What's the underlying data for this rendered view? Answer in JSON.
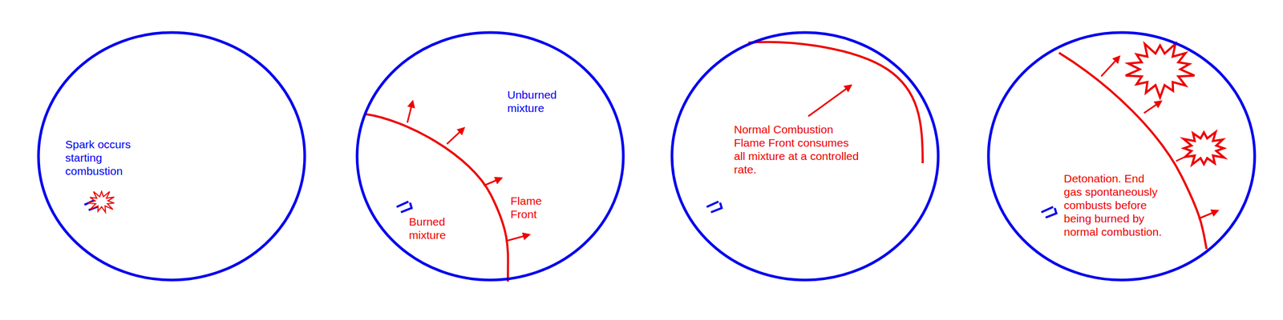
{
  "diagram": {
    "nodes": [
      {
        "text": [
          "Spark occurs starting combustion"
        ]
      },
      {
        "text": [
          "Unburned mixture",
          "Burned mixture",
          "Flame Front"
        ]
      },
      {
        "text": [
          "Normal Combustion Flame Front consumes all mixture at a controlled rate."
        ]
      },
      {
        "text": [
          "Detonation. End gas spontaneously combusts before being burned by normal combustion."
        ]
      }
    ]
  }
}
